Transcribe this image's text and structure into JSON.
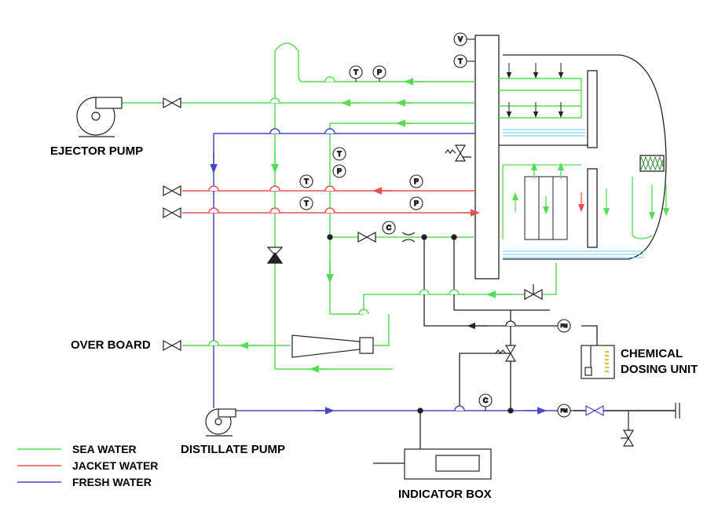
{
  "colors": {
    "sea_water": "#55dd55",
    "jacket_water": "#e85050",
    "fresh_water": "#4848c8",
    "outline": "#222222"
  },
  "labels": {
    "ejector_pump": "EJECTOR PUMP",
    "over_board": "OVER BOARD",
    "distillate_pump": "DISTILLATE PUMP",
    "chemical_dosing_line1": "CHEMICAL",
    "chemical_dosing_line2": "DOSING UNIT",
    "indicator_box": "INDICATOR BOX"
  },
  "legend": [
    {
      "label": "SEA WATER",
      "color": "#55dd55"
    },
    {
      "label": "JACKET WATER",
      "color": "#e85050"
    },
    {
      "label": "FRESH WATER",
      "color": "#4848c8"
    }
  ],
  "instruments": {
    "voltmeter": "V",
    "temperature": "T",
    "pressure": "P",
    "conductivity": "C",
    "flowmeter": "FM"
  }
}
